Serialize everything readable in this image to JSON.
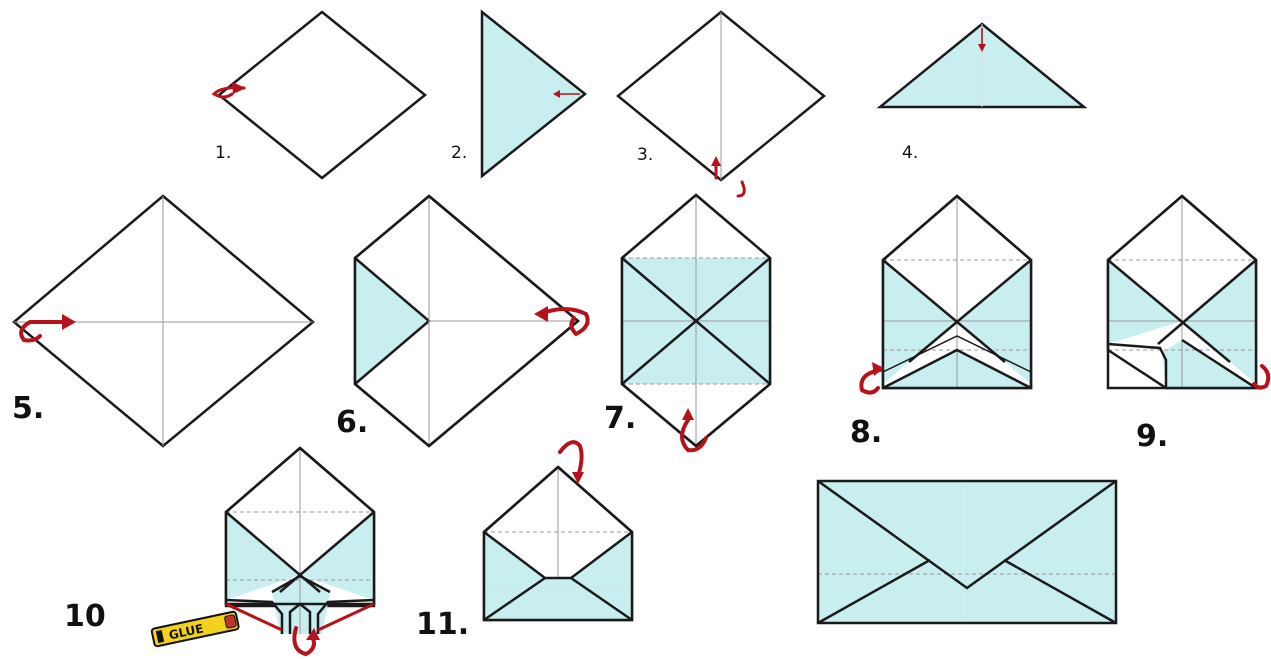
{
  "steps": [
    {
      "label": "1."
    },
    {
      "label": "2."
    },
    {
      "label": "3."
    },
    {
      "label": "4."
    },
    {
      "label": "5."
    },
    {
      "label": "6."
    },
    {
      "label": "7."
    },
    {
      "label": "8."
    },
    {
      "label": "9."
    },
    {
      "label": "10"
    },
    {
      "label": "11."
    }
  ],
  "glue_label": "GLUE",
  "colors": {
    "paper_fill": "#ffffff",
    "paper_back": "#c8eef0",
    "outline": "#1a1a1a",
    "arrow": "#b5121b",
    "glue_tube": "#f2d21c"
  },
  "icons": [
    "fold-arrow-icon",
    "glue-stick-icon"
  ]
}
